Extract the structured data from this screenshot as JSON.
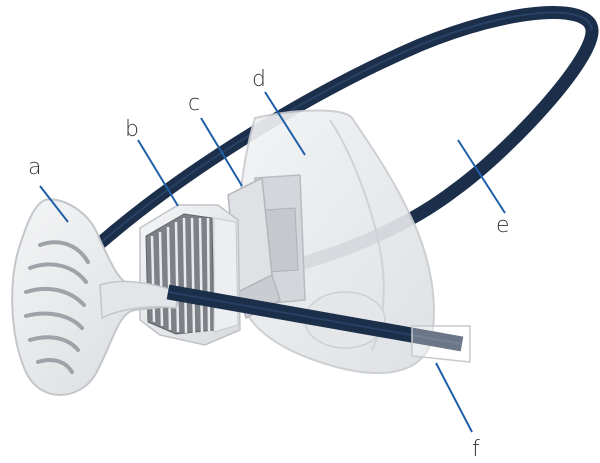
{
  "labels": {
    "a": "a",
    "b": "b",
    "c": "c",
    "d": "d",
    "e": "e",
    "f": "f"
  },
  "colors": {
    "strap": "#1c2f4a",
    "leader_line": "#1f5fa8",
    "shell": "#e9ebed",
    "label_text": "#333333"
  }
}
